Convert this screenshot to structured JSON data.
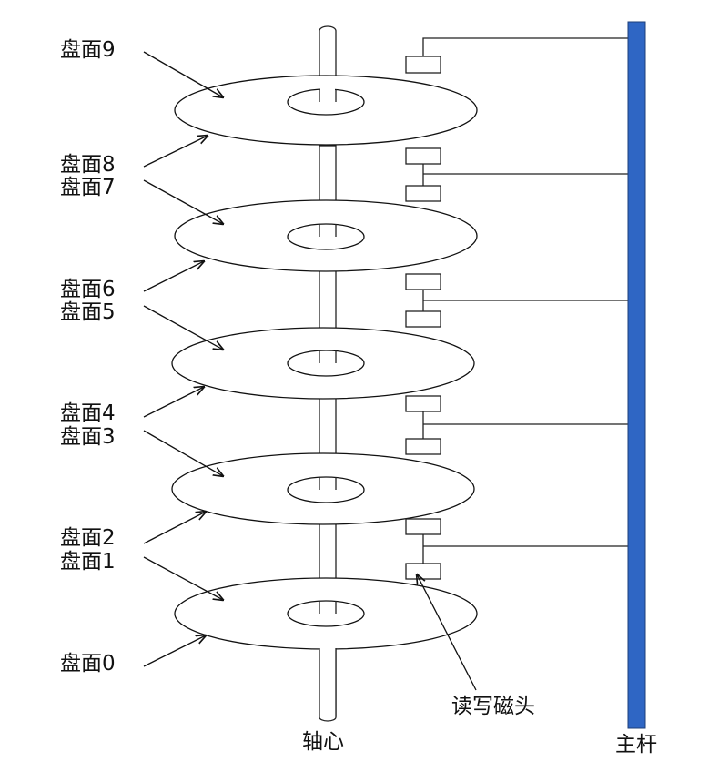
{
  "surfaces": [
    {
      "label": "盘面9"
    },
    {
      "label": "盘面8"
    },
    {
      "label": "盘面7"
    },
    {
      "label": "盘面6"
    },
    {
      "label": "盘面5"
    },
    {
      "label": "盘面4"
    },
    {
      "label": "盘面3"
    },
    {
      "label": "盘面2"
    },
    {
      "label": "盘面1"
    },
    {
      "label": "盘面0"
    }
  ],
  "spindle_label": "轴心",
  "head_label": "读写磁头",
  "arm_label": "主杆",
  "colors": {
    "arm": "#2f66c4",
    "line": "#111111"
  }
}
